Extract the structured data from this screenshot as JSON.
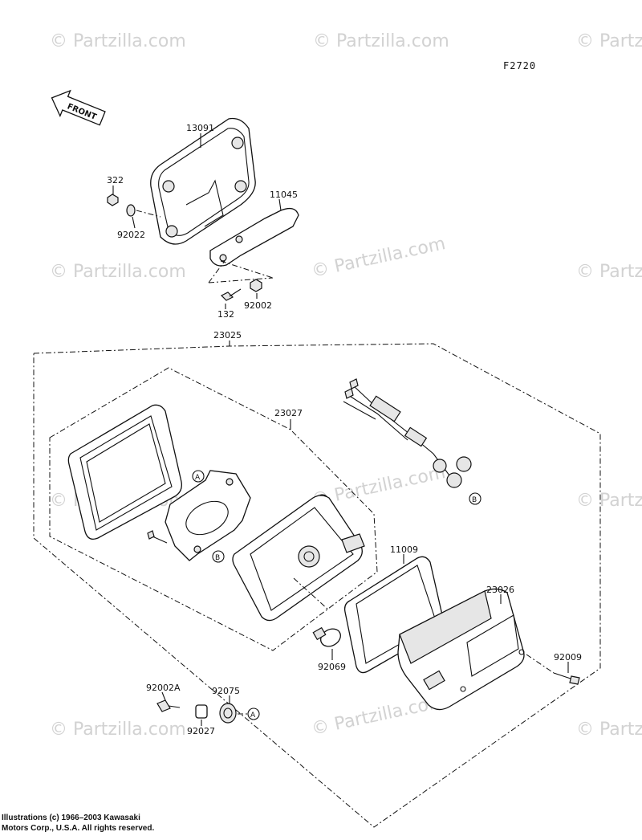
{
  "watermark": "© Partzilla.com",
  "figure_code": "F2720",
  "front_label": "FRONT",
  "parts": {
    "p13091": "13091",
    "p322": "322",
    "p92022": "92022",
    "p11045": "11045",
    "p132": "132",
    "p92002": "92002",
    "p23025": "23025",
    "p23027": "23027",
    "p11009": "11009",
    "p23026": "23026",
    "p92069": "92069",
    "p92009": "92009",
    "p92002A": "92002A",
    "p92075": "92075",
    "p92027": "92027"
  },
  "callouts": {
    "a": "A",
    "b": "B"
  },
  "copyright": {
    "line1": "Illustrations (c) 1966–2003 Kawasaki",
    "line2": "Motors Corp., U.S.A.  All rights reserved."
  }
}
